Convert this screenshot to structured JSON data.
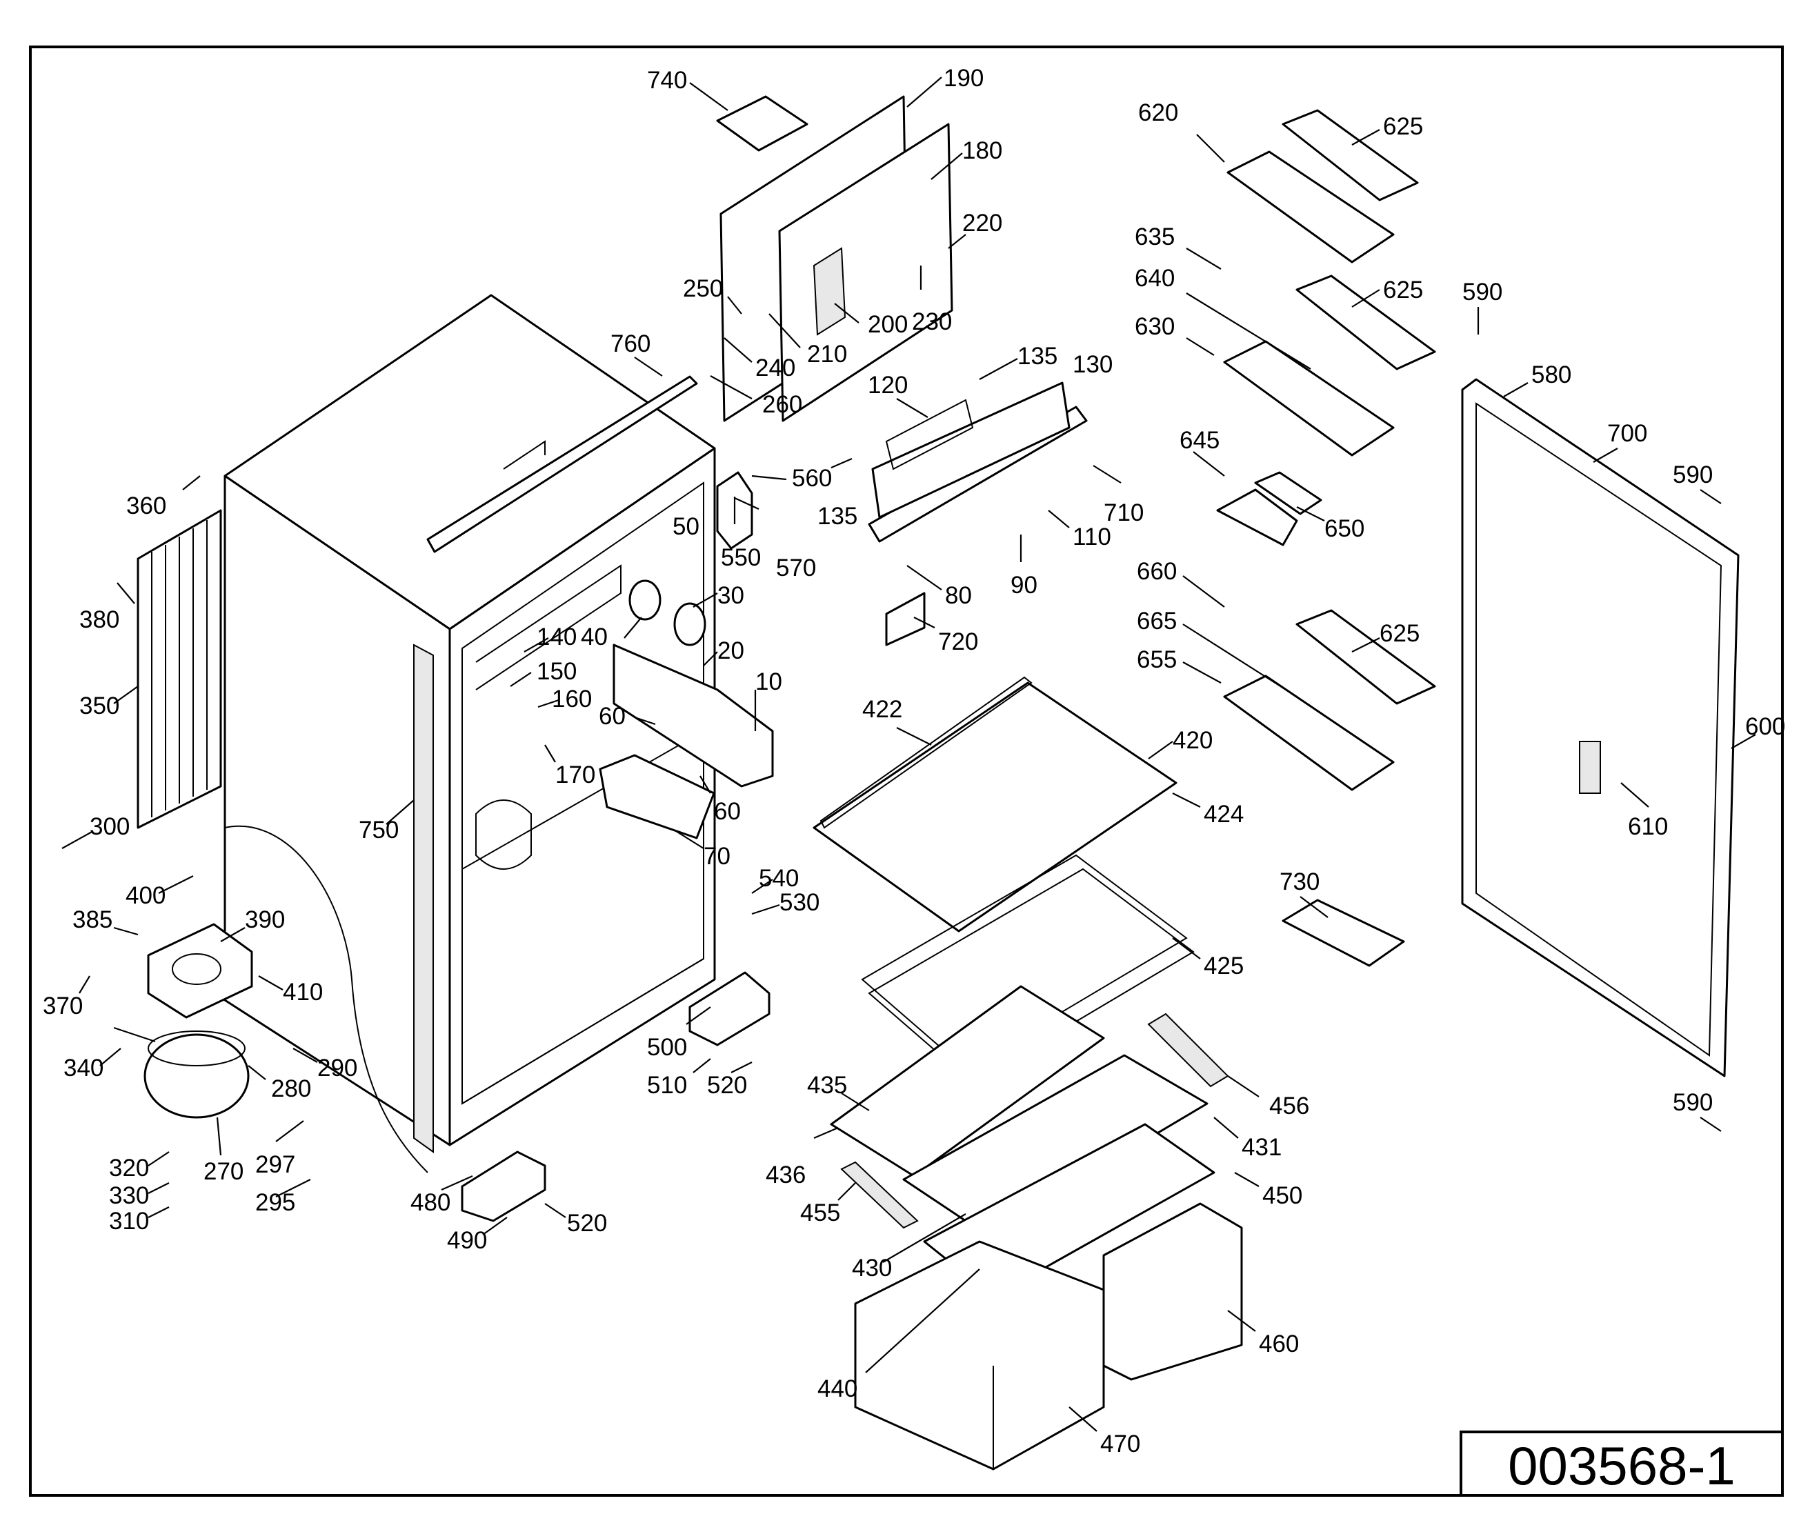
{
  "drawing_number": "003568-1",
  "callouts": [
    "740",
    "190",
    "180",
    "220",
    "230",
    "200",
    "210",
    "250",
    "240",
    "260",
    "760",
    "135",
    "130",
    "120",
    "560",
    "135",
    "550",
    "570",
    "50",
    "30",
    "40",
    "20",
    "10",
    "140",
    "150",
    "160",
    "170",
    "60",
    "60",
    "70",
    "710",
    "110",
    "80",
    "90",
    "720",
    "620",
    "625",
    "635",
    "640",
    "625",
    "630",
    "645",
    "650",
    "660",
    "665",
    "625",
    "655",
    "590",
    "580",
    "700",
    "590",
    "600",
    "610",
    "590",
    "360",
    "380",
    "350",
    "300",
    "400",
    "385",
    "390",
    "410",
    "370",
    "340",
    "290",
    "280",
    "320",
    "330",
    "310",
    "270",
    "297",
    "295",
    "750",
    "422",
    "420",
    "424",
    "425",
    "730",
    "435",
    "436",
    "455",
    "431",
    "456",
    "450",
    "430",
    "440",
    "460",
    "470",
    "540",
    "530",
    "500",
    "510",
    "520",
    "480",
    "490",
    "520"
  ]
}
